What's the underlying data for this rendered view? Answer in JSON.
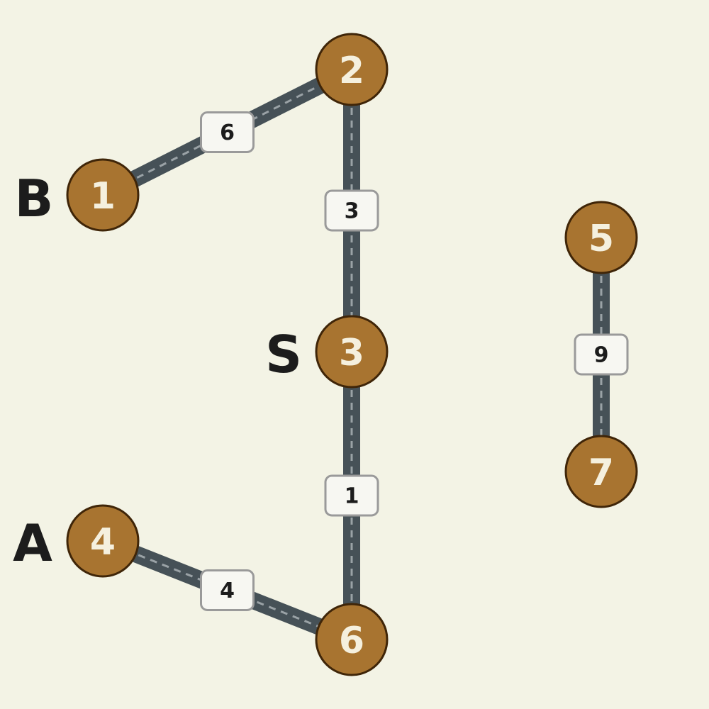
{
  "colors": {
    "background": "#f3f3e5",
    "road": "#465157",
    "road_dash": "#9aa2a6",
    "node_fill": "#a87430",
    "node_stroke": "#3f2508",
    "node_text": "#f5f0de",
    "badge_fill": "#f7f7f2",
    "badge_stroke": "#9a9a9a",
    "badge_text": "#1c1c1c",
    "tag_text": "#1c1c1c"
  },
  "nodes": [
    {
      "id": "1",
      "label": "1"
    },
    {
      "id": "2",
      "label": "2"
    },
    {
      "id": "3",
      "label": "3"
    },
    {
      "id": "4",
      "label": "4"
    },
    {
      "id": "5",
      "label": "5"
    },
    {
      "id": "6",
      "label": "6"
    },
    {
      "id": "7",
      "label": "7"
    }
  ],
  "edges": [
    {
      "from": "1",
      "to": "2",
      "weight": "6"
    },
    {
      "from": "2",
      "to": "3",
      "weight": "3"
    },
    {
      "from": "3",
      "to": "6",
      "weight": "1"
    },
    {
      "from": "4",
      "to": "6",
      "weight": "4"
    },
    {
      "from": "5",
      "to": "7",
      "weight": "9"
    }
  ],
  "tags": [
    {
      "node": "1",
      "label": "B"
    },
    {
      "node": "3",
      "label": "S"
    },
    {
      "node": "4",
      "label": "A"
    }
  ]
}
